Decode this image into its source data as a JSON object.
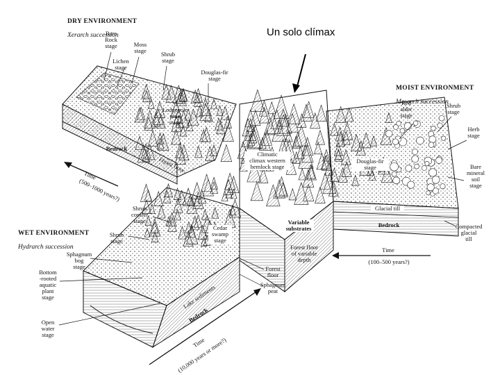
{
  "title": "Un solo clímax",
  "dry": {
    "heading": "DRY ENVIRONMENT",
    "sub": "Xerarch succession",
    "bare_rock": "Bare\nRock\nstage",
    "moss": "Moss\nstage",
    "lichen": "Lichen\nstage",
    "shrub": "Shrub\nstage",
    "lodgepole": "Lodgepole\npine\nstage",
    "douglas": "Douglas-fir\nstage",
    "bedrock": "Bedrock",
    "forest_floor": "Forest floor",
    "time": "Time",
    "years": "(500–1000 years?)"
  },
  "center": {
    "climatic": "Climatic\nclimax western\nhemlock stage",
    "variable": "Variable\nsubstrates",
    "floor_variable": "Forest floor\nof variable\ndepth"
  },
  "moist": {
    "heading": "MOIST ENVIRONMENT",
    "sub": "Mesarch succession",
    "red_alder": "Red\nalder\nstage",
    "shrub": "Shrub\nstage",
    "herb": "Herb\nstage",
    "douglas": "Douglas-fir\nstage",
    "bare_mineral": "Bare\nmineral\nsoil\nstage",
    "glacial": "Glacial till",
    "bedrock": "Bedrock",
    "compacted": "Compacted\nglacial\ntill",
    "time": "Time",
    "years": "(100–500 years?)"
  },
  "wet": {
    "heading": "WET ENVIRONMENT",
    "sub": "Hydrarch succession",
    "shrub_conifer": "Shrub\nconifer\nstage",
    "shrub": "Shrub\nstage",
    "cedar": "Cedar\nswamp\nstage",
    "sphagnum_bog": "Sphagnum\nbog\nstage",
    "bottom_rooted": "Bottom\n-rooted\naquatic\nplant\nstage",
    "open_water": "Open\nwater\nstage",
    "forest_floor": "Forest\nfloor",
    "sphagnum_peat": "Sphagnum\npeat",
    "lake_sediments": "Lake sediments",
    "bedrock": "Bedrock",
    "time": "Time",
    "years": "(10,000 years or more?)"
  }
}
